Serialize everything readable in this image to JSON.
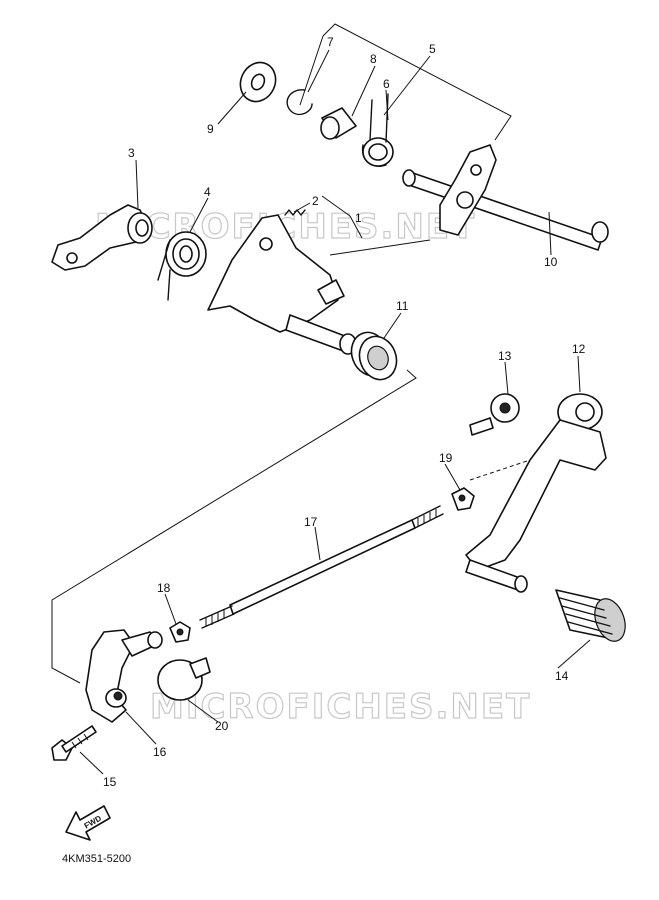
{
  "watermark": {
    "text": "MICROFICHES.NET"
  },
  "diagram_code": "4KM351-5200",
  "fwd_label": "FWD",
  "callouts": [
    "1",
    "2",
    "3",
    "4",
    "5",
    "6",
    "7",
    "8",
    "9",
    "10",
    "11",
    "12",
    "13",
    "14",
    "15",
    "16",
    "17",
    "18",
    "19",
    "20"
  ]
}
